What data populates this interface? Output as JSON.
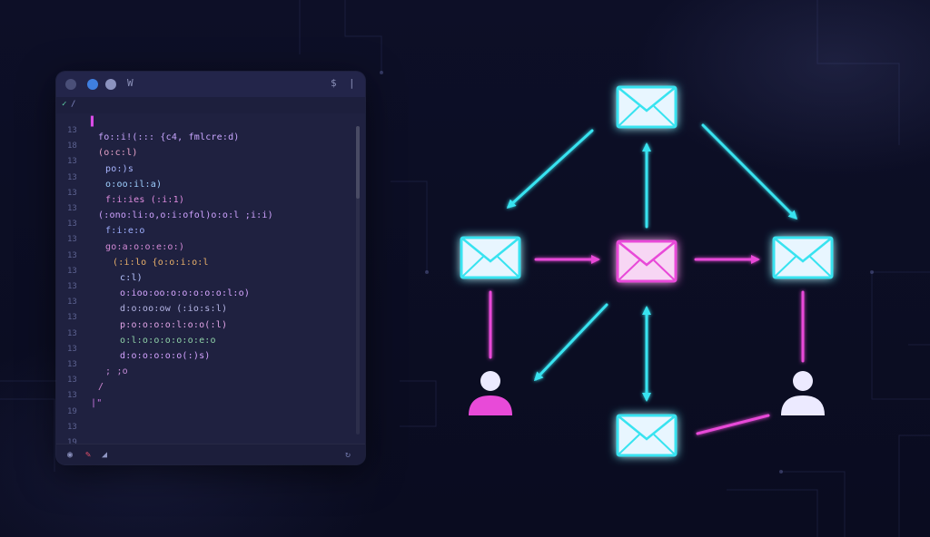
{
  "editor": {
    "tabs": [
      "✓",
      "/"
    ],
    "line_numbers": [
      "13",
      "18",
      "13",
      "13",
      "13",
      "13",
      "13",
      "13",
      "13",
      "13",
      "13",
      "13",
      "13",
      "13",
      "13",
      "13",
      "13",
      "13",
      "19",
      "13",
      "19"
    ],
    "code_lines": [
      {
        "text": "▌",
        "indent": 0,
        "color": "#d94ce6"
      },
      {
        "text": "fo::i!(::: {c4, fmlcre:d)",
        "indent": 1,
        "color": "#c9a6ff"
      },
      {
        "text": "(o:c:l)",
        "indent": 1,
        "color": "#e6a2c8"
      },
      {
        "text": "po:)s",
        "indent": 2,
        "color": "#a9b6ff"
      },
      {
        "text": "o:oo:il:a)",
        "indent": 2,
        "color": "#9fd0ff"
      },
      {
        "text": "f:i:ies (:i:1)",
        "indent": 2,
        "color": "#e08de0"
      },
      {
        "text": "(:ono:li:o,o:i:ofol)o:o:l ;i:i)",
        "indent": 1,
        "color": "#cfa3ff"
      },
      {
        "text": "f:i:e:o",
        "indent": 2,
        "color": "#9fb0ff"
      },
      {
        "text": "go:a:o:o:e:o:)",
        "indent": 2,
        "color": "#d38ad6"
      },
      {
        "text": "(:i:lo {o:o:i:o:l",
        "indent": 3,
        "color": "#e8b06a"
      },
      {
        "text": "c:l)",
        "indent": 4,
        "color": "#b7c4ff"
      },
      {
        "text": "o:ioo:oo:o:o:o:o:o:l:o)",
        "indent": 4,
        "color": "#d6a6ff"
      },
      {
        "text": "d:o:oo:ow (:io:s:l)",
        "indent": 4,
        "color": "#b6b6e6"
      },
      {
        "text": "p:o:o:o:o:l:o:o(:l)",
        "indent": 4,
        "color": "#e2a5e8"
      },
      {
        "text": "o:l:o:o:o:o:o:e:o",
        "indent": 4,
        "color": "#8fd1a8"
      },
      {
        "text": "d:o:o:o:o:o(:)s)",
        "indent": 4,
        "color": "#d4a3ff"
      },
      {
        "text": "; ;o",
        "indent": 2,
        "color": "#c48bd6"
      },
      {
        "text": "/",
        "indent": 1,
        "color": "#d48ad6"
      },
      {
        "text": "|\"",
        "indent": 0,
        "color": "#cf79e6"
      },
      {
        "text": "",
        "indent": 0,
        "color": "#9fb0ff"
      },
      {
        "text": "",
        "indent": 0,
        "color": "#9fb0ff"
      }
    ],
    "title_glyph_left": "W",
    "title_glyph_right": "$"
  },
  "colors": {
    "cyan": "#38e3f0",
    "magenta": "#e84ad8",
    "envelope_fill": "#e8f6ff",
    "user_white": "#eceaff"
  },
  "icons": {
    "envelope": "envelope-icon",
    "user": "user-icon"
  }
}
